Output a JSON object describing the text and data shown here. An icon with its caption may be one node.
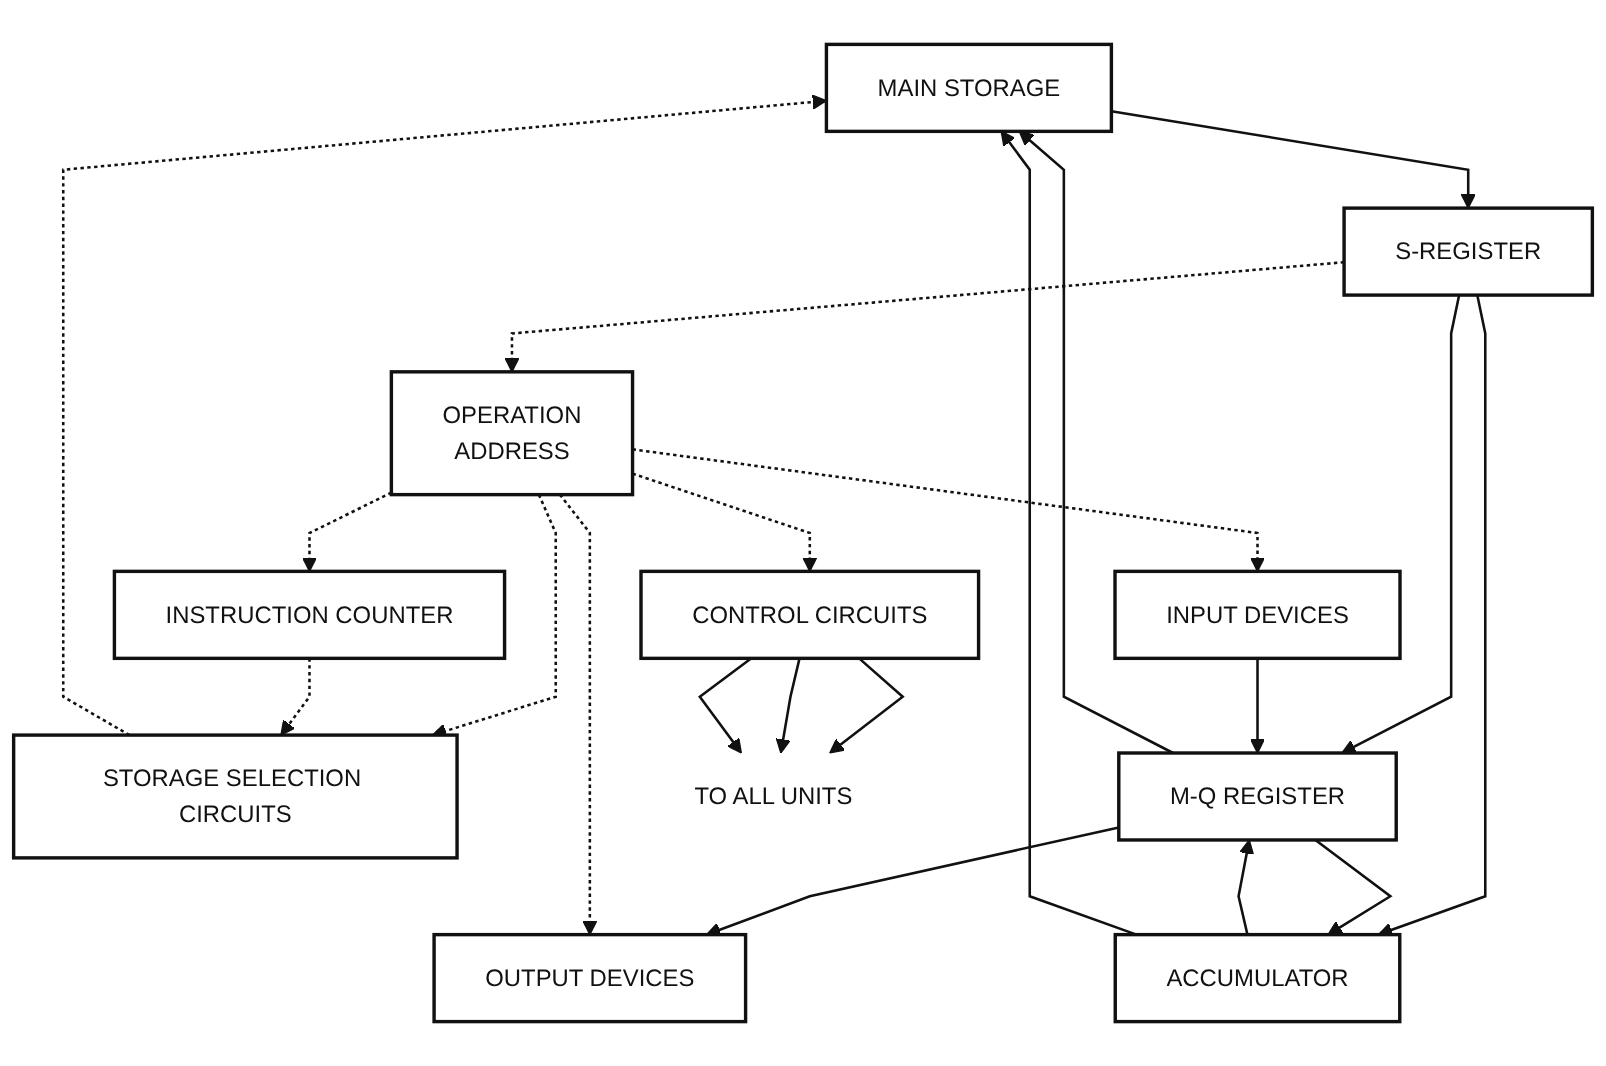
{
  "diagram": {
    "nodes": [
      {
        "text": [
          "MAIN STORAGE"
        ]
      },
      {
        "text": [
          "STORAGE SELECTION CIRCUITS"
        ]
      },
      {
        "text": [
          "S-REGISTER"
        ]
      },
      {
        "text": [
          "INPUT DEVICES"
        ]
      },
      {
        "text": [
          "ACCUMULATOR"
        ]
      },
      {
        "text": [
          "M-Q REGISTER"
        ]
      },
      {
        "text": [
          "OPERATION",
          "ADDRESS"
        ]
      },
      {
        "text": [
          "OUTPUT DEVICES"
        ]
      },
      {
        "text": [
          "TO ALL UNITS"
        ]
      },
      {
        "text": [
          "CONTROL CIRCUITS"
        ]
      },
      {
        "text": [
          "INSTRUCTION COUNTER"
        ]
      }
    ],
    "edges": [
      {
        "from": 1,
        "to": 0,
        "arrow": "to",
        "style": "dashed"
      },
      {
        "from": 0,
        "to": 2,
        "arrow": "to"
      },
      {
        "from": 2,
        "to": 6,
        "arrow": "to",
        "style": "dashed"
      },
      {
        "from": 2,
        "to": 4,
        "arrow": "to"
      },
      {
        "from": 2,
        "to": 5,
        "arrow": "to"
      },
      {
        "from": 3,
        "to": 5,
        "arrow": "to"
      },
      {
        "from": 4,
        "to": 5,
        "arrow": "to"
      },
      {
        "from": 5,
        "to": 4,
        "arrow": "to"
      },
      {
        "from": 4,
        "to": 0,
        "arrow": "to"
      },
      {
        "from": 5,
        "to": 0,
        "arrow": "to"
      },
      {
        "from": 5,
        "to": 7,
        "arrow": "to"
      },
      {
        "from": 6,
        "to": 7,
        "arrow": "to",
        "style": "dashed"
      },
      {
        "from": 6,
        "to": 3,
        "arrow": "to",
        "style": "dashed"
      },
      {
        "from": 6,
        "to": 1,
        "arrow": "to",
        "style": "dashed"
      },
      {
        "from": 6,
        "to": 10,
        "arrow": "to",
        "style": "dashed"
      },
      {
        "from": 6,
        "to": 9,
        "arrow": "to",
        "style": "dashed"
      },
      {
        "from": 9,
        "to": 8,
        "arrow": "to"
      },
      {
        "from": 9,
        "to": 8,
        "arrow": "to"
      },
      {
        "from": 9,
        "to": 8,
        "arrow": "to"
      },
      {
        "from": 10,
        "to": 1,
        "arrow": "to",
        "style": "dashed"
      }
    ]
  }
}
